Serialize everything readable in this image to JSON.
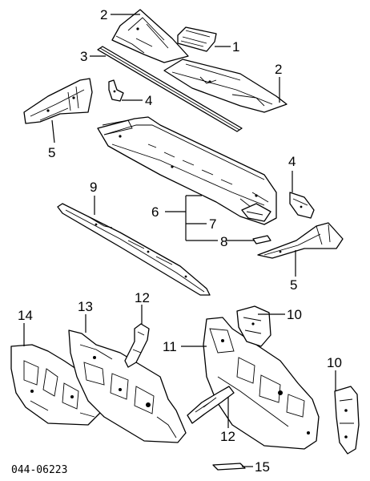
{
  "callouts": {
    "c1": "1",
    "c2a": "2",
    "c2b": "2",
    "c3": "3",
    "c4a": "4",
    "c4b": "4",
    "c5a": "5",
    "c5b": "5",
    "c6": "6",
    "c7": "7",
    "c8": "8",
    "c9": "9",
    "c10a": "10",
    "c10b": "10",
    "c11": "11",
    "c12a": "12",
    "c12b": "12",
    "c13": "13",
    "c14": "14",
    "c15": "15"
  },
  "catalog_number": "044-06223"
}
